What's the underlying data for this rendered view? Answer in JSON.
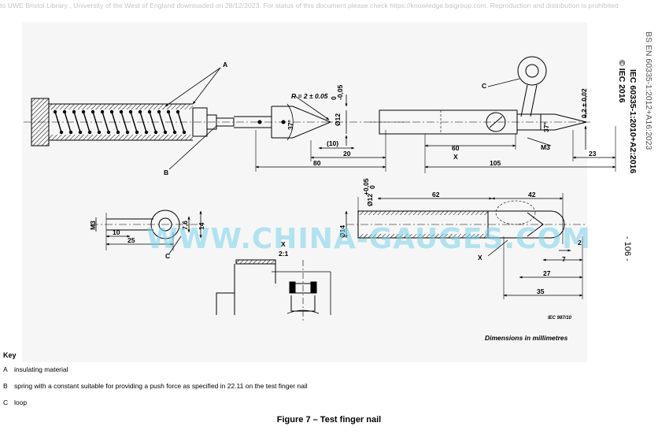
{
  "header_watermark": "to UWE Bristol Library , University of the West of England downloaded on 28/12/2023. For status of this document please check https://knowledge.bsigroup.com. Reproduction and distribution is prohibited",
  "side_header": {
    "standard": "BS EN 60335-1:2012+A16:2023",
    "iec": "IEC 60335-1:2010+A2:2016",
    "copyright": "© IEC 2016"
  },
  "page_number": "- 106 -",
  "watermark_big": "WWW.CHINA-GAUGES.COM",
  "drawing": {
    "callouts": {
      "a": "A",
      "b": "B",
      "c_top": "C",
      "c_bottom": "C",
      "x_main": "X",
      "x_loop": "X",
      "detail_x": "X",
      "detail_scale": "2:1"
    },
    "dims": {
      "radius": "R = 2 ± 0.05",
      "dia12_top": "Ø12",
      "tol_top_upper": "0",
      "tol_top_lower": "-0,05",
      "angle37_a": "37°",
      "d10_paren": "(10)",
      "d20": "20",
      "d80": "80",
      "d60": "60",
      "d105": "105",
      "d23": "23",
      "m3_top": "M3",
      "angle37_b": "37°",
      "d02": "0,2 ± 0,02",
      "m3_loop": "M3",
      "d10_loop": "10",
      "d25": "25",
      "d76": "7,6",
      "d14_loop": "14",
      "dia14": "Ø14",
      "dia12_mid": "Ø12",
      "tol_mid_upper": "+0,05",
      "tol_mid_lower": "0",
      "d62": "62",
      "d42": "42",
      "d2": "2",
      "d7": "7",
      "d27": "27",
      "d35": "35"
    },
    "iec_ref": "IEC   987/10",
    "dimensions_note": "Dimensions in millimetres"
  },
  "key": {
    "title": "Key",
    "items": [
      {
        "letter": "A",
        "text": "insulating material"
      },
      {
        "letter": "B",
        "text": "spring with a constant suitable for providing a push force as specified in 22.11 on the test finger nail"
      },
      {
        "letter": "C",
        "text": "loop"
      }
    ]
  },
  "figure_caption": "Figure 7 – Test finger nail"
}
